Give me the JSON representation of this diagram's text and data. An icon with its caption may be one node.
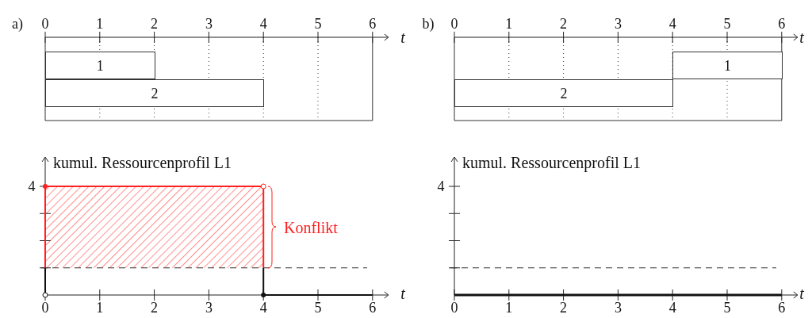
{
  "diagram": {
    "nodes": [
      {
        "text": [
          "1"
        ]
      },
      {
        "text": [
          "2"
        ]
      },
      {
        "text": [
          "1"
        ]
      },
      {
        "text": [
          "2"
        ]
      }
    ],
    "labels": [
      "a)",
      "0",
      "1",
      "2",
      "3",
      "4",
      "5",
      "6",
      "t",
      "b)",
      "0",
      "1",
      "2",
      "3",
      "4",
      "5",
      "6",
      "t",
      "kumul. Ressourcenprofil L1",
      "kumul. Ressourcenprofil L1",
      "4",
      "Konflikt",
      "4",
      "0",
      "1",
      "2",
      "3",
      "4",
      "5",
      "6",
      "t",
      "0",
      "1",
      "2",
      "3",
      "4",
      "5",
      "6",
      "t"
    ]
  }
}
